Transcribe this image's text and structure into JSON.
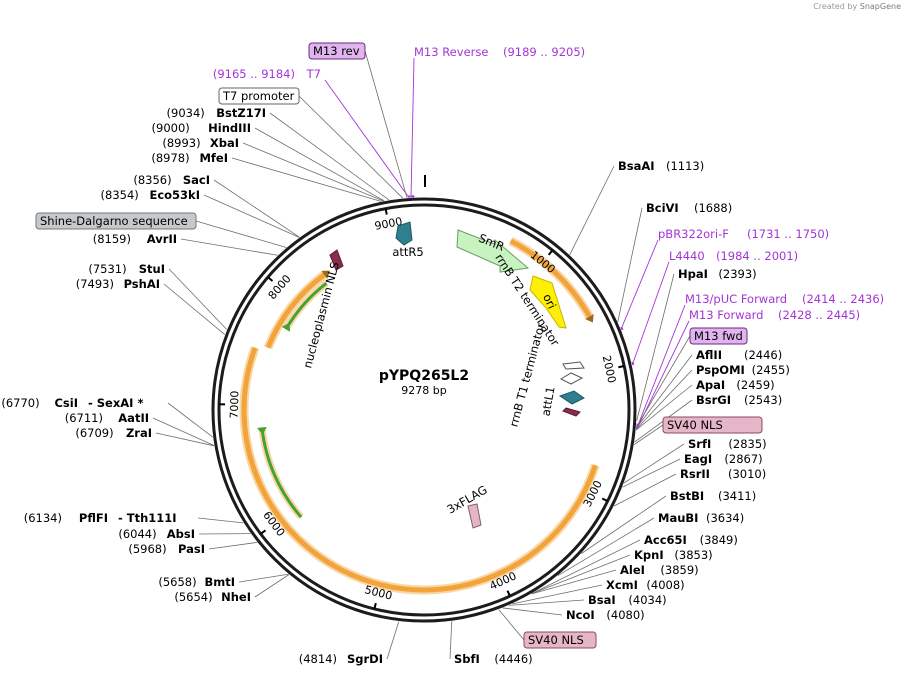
{
  "credit": {
    "prefix": "Created by",
    "brand": "SnapGene"
  },
  "plasmid": {
    "name": "pYPQ265L2",
    "size": "9278 bp",
    "total_bp": 9278
  },
  "colors": {
    "backbone": "#1c1c1c",
    "purple": "#a335d6",
    "orange": "#f2a43a",
    "green": "#47a12f",
    "teal": "#2f7f8f",
    "pink": "#e4b5c6",
    "smr": "#c8f2c0",
    "ori": "#ffef00"
  },
  "ticks": [
    {
      "label": "1000",
      "bp": 1000
    },
    {
      "label": "2000",
      "bp": 2000
    },
    {
      "label": "3000",
      "bp": 3000
    },
    {
      "label": "4000",
      "bp": 4000
    },
    {
      "label": "5000",
      "bp": 5000
    },
    {
      "label": "6000",
      "bp": 6000
    },
    {
      "label": "7000",
      "bp": 7000
    },
    {
      "label": "8000",
      "bp": 8000
    },
    {
      "label": "9000",
      "bp": 9000
    }
  ],
  "features": [
    {
      "label": "SmR",
      "bp_start": 750,
      "bp_end": 1300,
      "color": "#c8f2c0",
      "type": "arrow"
    },
    {
      "label": "ori",
      "bp_start": 1380,
      "bp_end": 1980,
      "color": "#ffef00",
      "type": "arrow"
    },
    {
      "label": "rrnB T2 terminator",
      "bp_start": 2050,
      "bp_end": 2080
    },
    {
      "label": "rrnB T1 terminator",
      "bp_start": 2130,
      "bp_end": 2200
    },
    {
      "label": "attL1",
      "bp_start": 2240,
      "bp_end": 2340
    },
    {
      "label": "3xFLAG",
      "bp_start": 4090,
      "bp_end": 4160
    },
    {
      "label": "nucleoplasmin NLS",
      "bp_start": 8210,
      "bp_end": 8260
    },
    {
      "label": "attR5",
      "bp_start": 9040,
      "bp_end": 9120
    }
  ],
  "sites": [
    {
      "name": "BsaAI",
      "pos": "(1113)"
    },
    {
      "name": "BciVI",
      "pos": "(1688)"
    },
    {
      "name": "HpaI",
      "pos": "(2393)"
    },
    {
      "name": "AflII",
      "pos": "(2446)"
    },
    {
      "name": "PspOMI",
      "pos": "(2455)"
    },
    {
      "name": "ApaI",
      "pos": "(2459)"
    },
    {
      "name": "BsrGI",
      "pos": "(2543)"
    },
    {
      "name": "SrfI",
      "pos": "(2835)"
    },
    {
      "name": "EagI",
      "pos": "(2867)"
    },
    {
      "name": "RsrII",
      "pos": "(3010)"
    },
    {
      "name": "BstBI",
      "pos": "(3411)"
    },
    {
      "name": "MauBI",
      "pos": "(3634)"
    },
    {
      "name": "Acc65I",
      "pos": "(3849)"
    },
    {
      "name": "KpnI",
      "pos": "(3853)"
    },
    {
      "name": "AleI",
      "pos": "(3859)"
    },
    {
      "name": "XcmI",
      "pos": "(4008)"
    },
    {
      "name": "BsaI",
      "pos": "(4034)"
    },
    {
      "name": "NcoI",
      "pos": "(4080)"
    },
    {
      "name": "SbfI",
      "pos": "(4446)"
    },
    {
      "name": "SgrDI",
      "pos": "(4814)"
    },
    {
      "name": "NheI",
      "pos": "(5654)"
    },
    {
      "name": "BmtI",
      "pos": "(5658)"
    },
    {
      "name": "PasI",
      "pos": "(5968)"
    },
    {
      "name": "AbsI",
      "pos": "(6044)"
    },
    {
      "name": "PflFI",
      "pos": "(6134)",
      "extra": "Tth111I"
    },
    {
      "name": "ZraI",
      "pos": "(6709)"
    },
    {
      "name": "AatII",
      "pos": "(6711)"
    },
    {
      "name": "CsiI",
      "pos": "(6770)",
      "extra": "SexAI *"
    },
    {
      "name": "PshAI",
      "pos": "(7493)"
    },
    {
      "name": "StuI",
      "pos": "(7531)"
    },
    {
      "name": "AvrII",
      "pos": "(8159)"
    },
    {
      "name": "Eco53kI",
      "pos": "(8354)"
    },
    {
      "name": "SacI",
      "pos": "(8356)"
    },
    {
      "name": "MfeI",
      "pos": "(8978)"
    },
    {
      "name": "XbaI",
      "pos": "(8993)"
    },
    {
      "name": "HindIII",
      "pos": "(9000)"
    },
    {
      "name": "BstZ17I",
      "pos": "(9034)"
    }
  ],
  "primers": [
    {
      "name": "pBR322ori-F",
      "range": "(1731 .. 1750)"
    },
    {
      "name": "L4440",
      "range": "(1984 .. 2001)"
    },
    {
      "name": "M13/pUC Forward",
      "range": "(2414 .. 2436)"
    },
    {
      "name": "M13 Forward",
      "range": "(2428 .. 2445)"
    },
    {
      "name": "M13 Reverse",
      "range": "(9189 .. 9205)"
    },
    {
      "name": "T7",
      "range": "(9165 .. 9184)"
    }
  ],
  "boxes": [
    {
      "text": "M13 rev",
      "style": "purple"
    },
    {
      "text": "T7 promoter",
      "style": "white"
    },
    {
      "text": "Shine-Dalgarno sequence",
      "style": "gray"
    },
    {
      "text": "M13 fwd",
      "style": "purple"
    },
    {
      "text": "SV40 NLS",
      "style": "pink"
    },
    {
      "text": "SV40 NLS",
      "style": "pink"
    }
  ]
}
